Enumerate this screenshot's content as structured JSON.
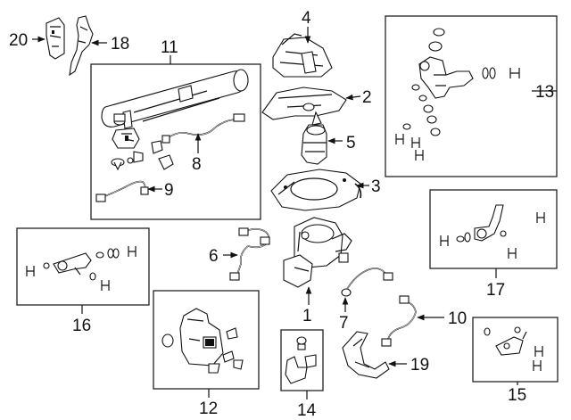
{
  "callouts": {
    "c1": "1",
    "c2": "2",
    "c3": "3",
    "c4": "4",
    "c5": "5",
    "c6": "6",
    "c7": "7",
    "c8": "8",
    "c9": "9",
    "c10": "10",
    "c11": "11",
    "c12": "12",
    "c13": "13",
    "c14": "14",
    "c15": "15",
    "c16": "16",
    "c17": "17",
    "c18": "18",
    "c19": "19",
    "c20": "20"
  },
  "colors": {
    "ink": "#111111",
    "paper": "#ffffff"
  }
}
